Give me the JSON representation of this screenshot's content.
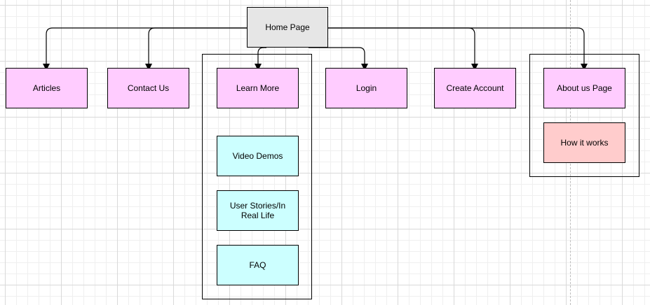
{
  "diagram": {
    "root": {
      "label": "Home Page"
    },
    "pages": {
      "articles": "Articles",
      "contact_us": "Contact Us",
      "learn_more": "Learn More",
      "login": "Login",
      "create_account": "Create Account",
      "about_us": "About us Page"
    },
    "learn_more_children": {
      "video_demos": "Video Demos",
      "user_stories": "User Stories/In Real Life",
      "faq": "FAQ"
    },
    "about_children": {
      "how_it_works": "How it works"
    },
    "colors": {
      "page_fill": "#ffccff",
      "home_fill": "#e6e6e6",
      "sub_fill": "#ccffff",
      "how_fill": "#ffcccc",
      "stroke": "#000000"
    }
  }
}
